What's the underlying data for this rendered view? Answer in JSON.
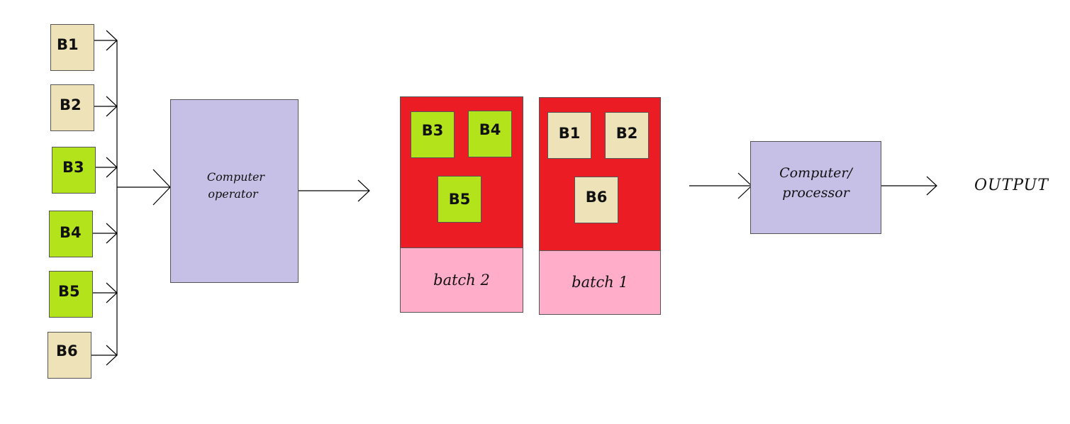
{
  "colors": {
    "job_tan": "#ede2b8",
    "job_green": "#b2e31b",
    "operator_lavender": "#c6bfe6",
    "batch_red": "#ec1c24",
    "batch_pink": "#ffadc8",
    "wire": "#000000"
  },
  "input_jobs": [
    {
      "label": "B1",
      "color": "tan"
    },
    {
      "label": "B2",
      "color": "tan"
    },
    {
      "label": "B3",
      "color": "green"
    },
    {
      "label": "B4",
      "color": "green"
    },
    {
      "label": "B5",
      "color": "green"
    },
    {
      "label": "B6",
      "color": "tan"
    }
  ],
  "operator": {
    "line1": "Computer",
    "line2": "operator"
  },
  "batches": [
    {
      "label": "batch 2",
      "jobs": [
        "B3",
        "B4",
        "B5"
      ],
      "job_color": "green"
    },
    {
      "label": "batch 1",
      "jobs": [
        "B1",
        "B2",
        "B6"
      ],
      "job_color": "tan"
    }
  ],
  "processor": {
    "line1": "Computer/",
    "line2": "processor"
  },
  "output": "OUTPUT"
}
